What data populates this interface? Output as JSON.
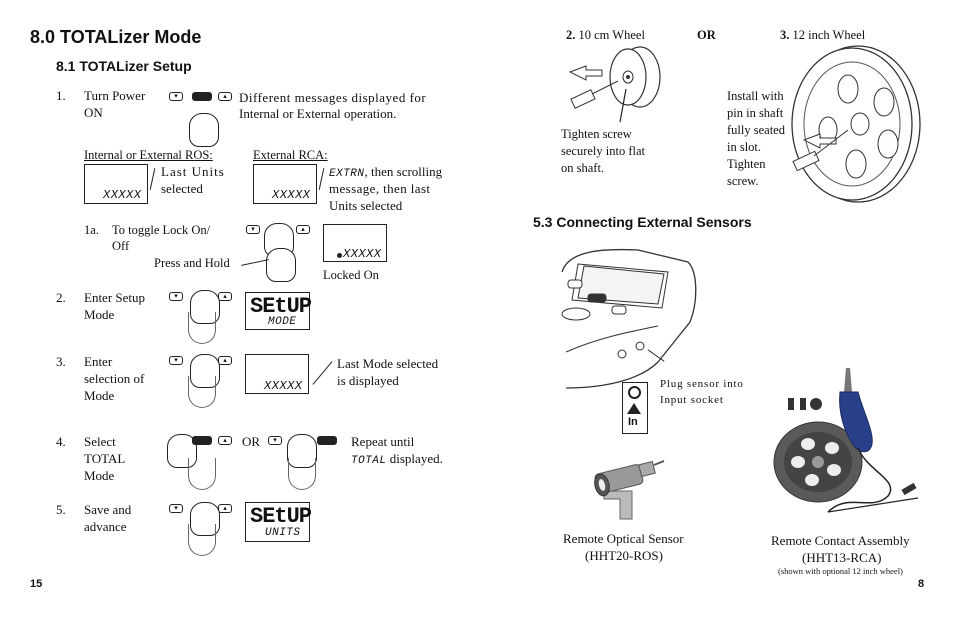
{
  "left": {
    "section_title": "8.0  TOTALizer Mode",
    "subsection_title": "8.1  TOTALizer Setup",
    "steps": [
      {
        "num": "1.",
        "text_a": "Turn Power",
        "text_b": "ON",
        "desc_a": "Different  messages  displayed  for",
        "desc_b": "Internal or External operation."
      },
      {
        "num": "2.",
        "text_a": "Enter Setup",
        "text_b": "Mode",
        "lcd_top": "SEtUP",
        "lcd_bottom": "MODE"
      },
      {
        "num": "3.",
        "text_a": "Enter",
        "text_b": "selection of",
        "text_c": "Mode",
        "lcd": "XXXXX",
        "note_a": "Last Mode selected",
        "note_b": "is displayed"
      },
      {
        "num": "4.",
        "text_a": "Select",
        "text_b": "TOTAL",
        "text_c": "Mode",
        "or": "OR",
        "note_a": "Repeat until",
        "note_b_lcd": "TOTAL",
        "note_b": " displayed."
      },
      {
        "num": "5.",
        "text_a": "Save and",
        "text_b": "advance",
        "lcd_top": "SEtUP",
        "lcd_bottom": "UNITS"
      }
    ],
    "internal_label": "Internal or External ROS:",
    "internal_lcd": "XXXXX",
    "internal_desc_a": "Last  Units",
    "internal_desc_b": "selected",
    "external_label": "External RCA:",
    "external_lcd": "XXXXX",
    "external_desc_lcd": "EXTRN",
    "external_desc_a": ", then scrolling",
    "external_desc_b": "message,  then  last",
    "external_desc_c": "Units selected",
    "lock": {
      "num": "1a.",
      "text_a": "To toggle Lock On/",
      "text_b": "Off",
      "press": "Press and Hold",
      "lcd": "XXXXX",
      "caption": "Locked On"
    },
    "page_number": "15"
  },
  "right": {
    "wheel_10_num": "2.",
    "wheel_10": "10 cm Wheel",
    "or": "OR",
    "wheel_12_num": "3.",
    "wheel_12": "12 inch Wheel",
    "tighten_a": "Tighten screw",
    "tighten_b": "securely into flat",
    "tighten_c": "on shaft.",
    "install": [
      "Install with",
      "pin in shaft",
      "fully seated",
      "in slot.",
      "Tighten",
      "screw."
    ],
    "section_title": "5.3  Connecting External Sensors",
    "plug_a": "Plug  sensor  into",
    "plug_b": "Input  socket",
    "in_label": "In",
    "optical_a": "Remote Optical Sensor",
    "optical_b": "(HHT20-ROS)",
    "contact_a": "Remote Contact Assembly",
    "contact_b": "(HHT13-RCA)",
    "contact_note": "(shown with optional 12 inch wheel)",
    "page_number": "8"
  }
}
